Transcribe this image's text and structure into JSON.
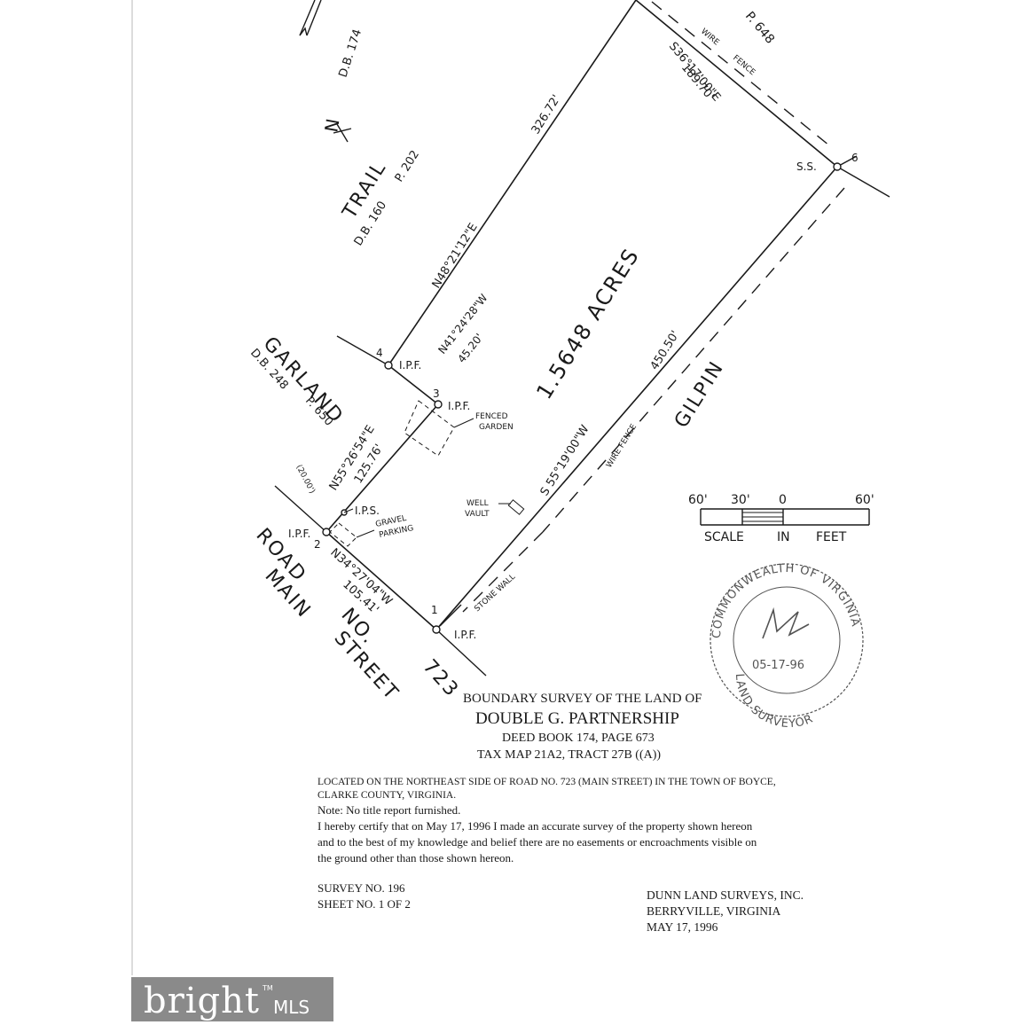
{
  "labels": {
    "db174": "D.B. 174",
    "north": "N",
    "p648": "P. 648",
    "trail": "TRAIL",
    "db160": "D.B. 160",
    "p202": "P. 202",
    "garland": "GARLAND",
    "db248": "D.B. 248",
    "p650": "P. 650",
    "gilpin": "GILPIN",
    "acres": "1.5648 ACRES",
    "road": "ROAD",
    "main": "MAIN",
    "no": "NO.",
    "street": "STREET",
    "n723": "723",
    "b4_5_bearing": "N48°21'12\"E",
    "b4_5_dist": "326.72'",
    "b5_6_bearing": "S36°17'00\"E",
    "b5_6_dist": "189.70'",
    "b3_4_bearing": "N41°24'28\"W",
    "b3_4_dist": "45.20'",
    "b2_3_bearing": "N55°26'54\"E",
    "b2_3_dist": "125.76'",
    "b1_2_bearing": "N34°27'04\"W",
    "b1_2_dist": "105.41'",
    "b6_1_bearing": "S 55°19'00\"W",
    "b6_1_dist": "450.50'",
    "wire_fence_top": "WIRE",
    "fence_top": "FENCE",
    "wire_fence_right": "WIRE FENCE",
    "stone_wall": "STONE WALL",
    "ipf": "I.P.F.",
    "ips": "I.P.S.",
    "ss": "S.S.",
    "fenced_garden_1": "FENCED",
    "fenced_garden_2": "GARDEN",
    "gravel_parking_1": "GRAVEL",
    "gravel_parking_2": "PARKING",
    "well_vault_1": "WELL",
    "well_vault_2": "VAULT",
    "offset_20": "(20.00')",
    "pt1": "1",
    "pt2": "2",
    "pt3": "3",
    "pt4": "4",
    "pt6": "6"
  },
  "scale": {
    "ticks": [
      "60'",
      "30'",
      "0",
      "60'"
    ],
    "caption_1": "SCALE",
    "caption_2": "IN",
    "caption_3": "FEET"
  },
  "seal": {
    "ring_top": "COMMONWEALTH OF VIRGINIA",
    "ring_bottom": "LAND SURVEYOR",
    "date": "05-17-96"
  },
  "title_block": {
    "line1": "BOUNDARY SURVEY OF THE LAND OF",
    "line2": "DOUBLE G. PARTNERSHIP",
    "line3": "DEED BOOK 174, PAGE 673",
    "line4": "TAX MAP 21A2, TRACT 27B ((A))"
  },
  "notes": {
    "located_1": "LOCATED ON THE NORTHEAST SIDE OF ROAD NO. 723 (MAIN STREET) IN THE TOWN OF BOYCE,",
    "located_2": "CLARKE COUNTY, VIRGINIA.",
    "note": "Note: No title report furnished.",
    "cert_1": "I hereby certify that on May 17, 1996 I made an accurate survey of the property shown hereon",
    "cert_2": "and to the best of my knowledge and belief there are no easements or encroachments visible on",
    "cert_3": "the ground other than those shown hereon."
  },
  "footer": {
    "survey_no": "SURVEY NO. 196",
    "sheet_no": "SHEET NO. 1 OF 2",
    "company": "DUNN LAND SURVEYS, INC.",
    "city": "BERRYVILLE, VIRGINIA",
    "date": "MAY 17, 1996"
  },
  "watermark": {
    "word": "bright",
    "tm": "TM",
    "mls": "MLS"
  },
  "colors": {
    "ink": "#1a1a1a",
    "watermark_bg": "#8a8a8a"
  }
}
